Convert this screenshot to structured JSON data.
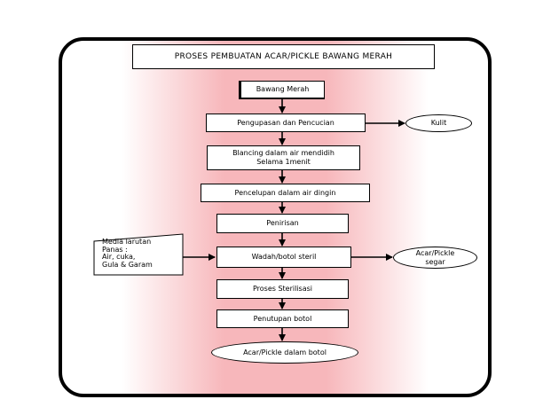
{
  "title": "PROSES PEMBUATAN ACAR/PICKLE BAWANG MERAH",
  "steps": {
    "raw": "Bawang Merah",
    "peel": "Pengupasan dan Pencucian",
    "blanch": "Blancing dalam air mendidih\nSelama 1menit",
    "dip": "Pencelupan dalam air dingin",
    "drain": "Penirisan",
    "container": "Wadah/botol steril",
    "sterilize": "Proses Sterilisasi",
    "close": "Penutupan botol",
    "product": "Acar/Pickle dalam botol"
  },
  "side": {
    "skin": "Kulit",
    "fresh": "Acar/Pickle\nsegar",
    "media": "Media larutan\nPanas :\n Air, cuka,\nGula & Garam"
  }
}
